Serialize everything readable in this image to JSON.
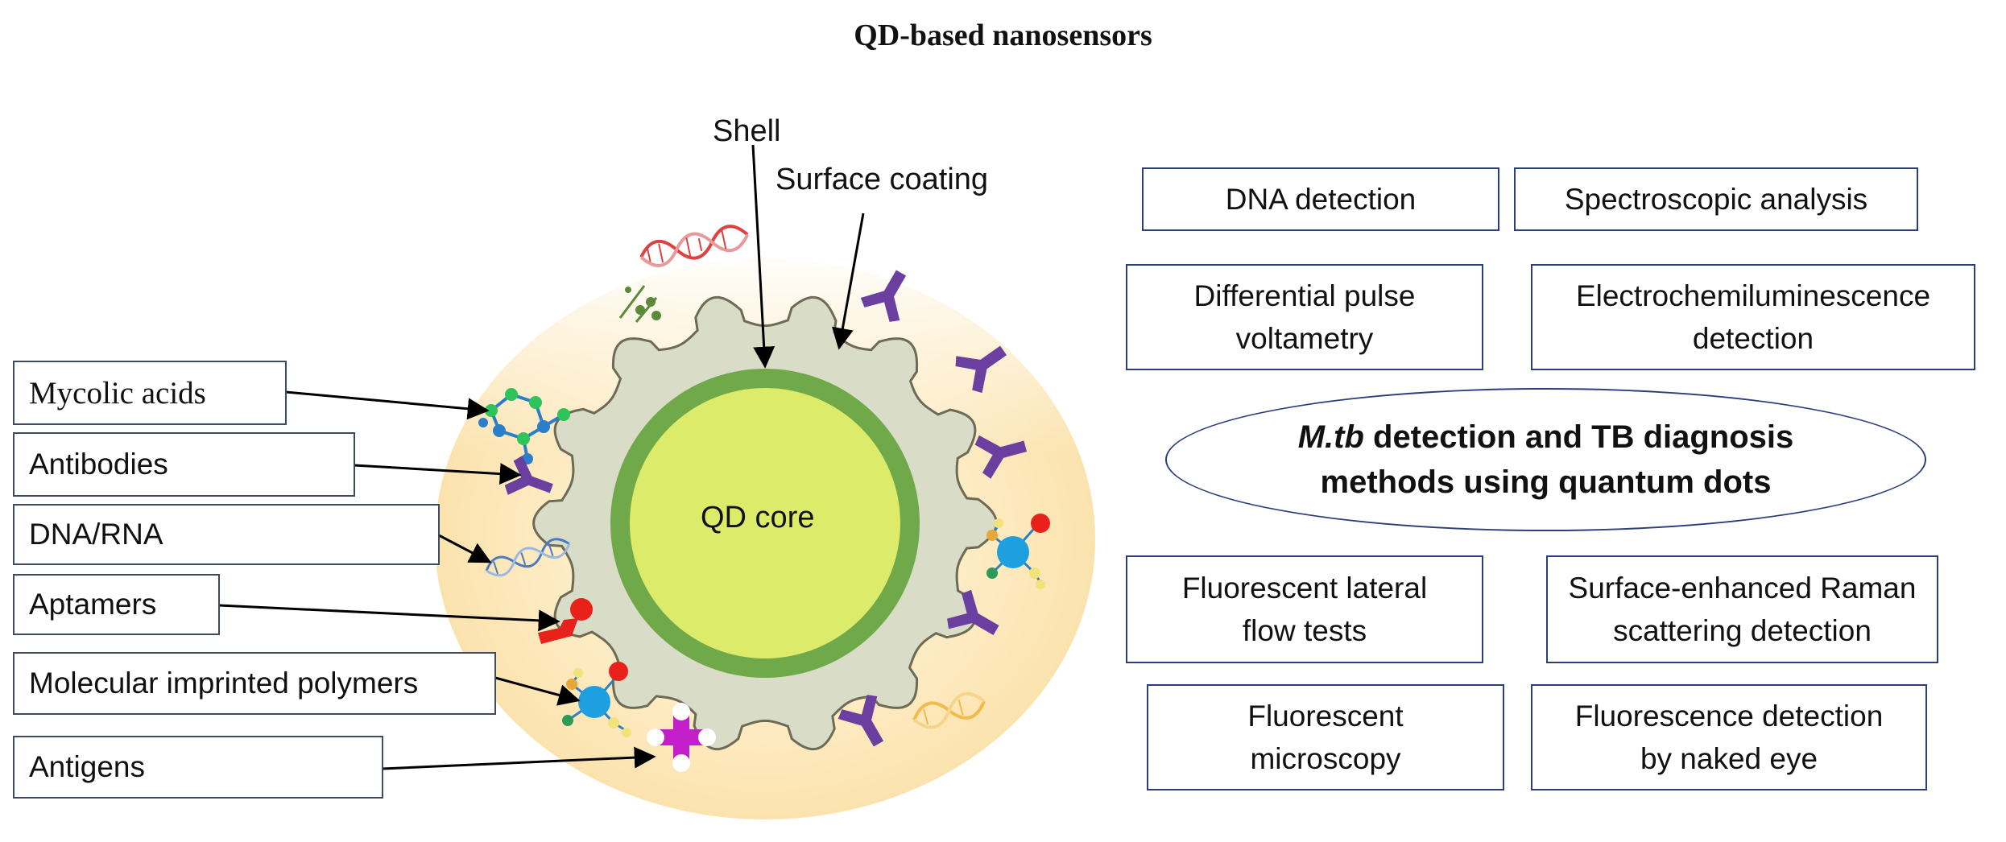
{
  "title": "QD-based nanosensors",
  "particle": {
    "shell_label": "Shell",
    "coating_label": "Surface coating",
    "core_label": "QD core"
  },
  "ligands": [
    {
      "label": "Mycolic acids"
    },
    {
      "label": "Antibodies"
    },
    {
      "label": "DNA/RNA"
    },
    {
      "label": "Aptamers"
    },
    {
      "label": "Molecular imprinted polymers"
    },
    {
      "label": "Antigens"
    }
  ],
  "center": {
    "title_italic": "M.tb",
    "title_rest": " detection and TB diagnosis",
    "title_line2": "methods using quantum dots"
  },
  "methods": [
    {
      "line1": "DNA detection",
      "line2": ""
    },
    {
      "line1": "Spectroscopic analysis",
      "line2": ""
    },
    {
      "line1": "Differential pulse",
      "line2": "voltametry"
    },
    {
      "line1": "Electrochemiluminescence",
      "line2": "detection"
    },
    {
      "line1": "Fluorescent lateral",
      "line2": "flow tests"
    },
    {
      "line1": "Surface-enhanced Raman",
      "line2": "scattering detection"
    },
    {
      "line1": "Fluorescent",
      "line2": "microscopy"
    },
    {
      "line1": "Fluorescence detection",
      "line2": "by naked eye"
    }
  ],
  "colors": {
    "halo": "#fde9bf",
    "coating": "#d9dcc6",
    "shell": "#6fa94a",
    "core": "#dceb6a",
    "antibody": "#6b3fa0",
    "aptamer": "#e8221b",
    "antigen": "#c21ec9",
    "mip_sphere": "#1ea0e0",
    "border_right": "#2b3d7a",
    "border_left": "#3f4a5f"
  }
}
